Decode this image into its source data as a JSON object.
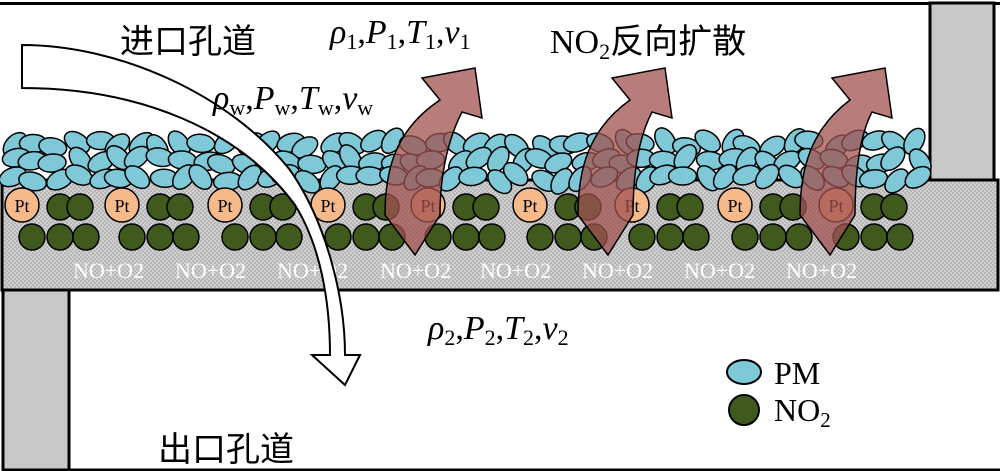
{
  "labels": {
    "inlet_channel": "进口孔道",
    "outlet_channel": "出口孔道",
    "no2_back_diffusion_prefix": "NO",
    "no2_back_diffusion_sub": "2",
    "no2_back_diffusion_suffix": "反向扩散"
  },
  "state_inlet": {
    "rho": "ρ",
    "rho_sub": "1",
    "p": "P",
    "p_sub": "1",
    "t": "T",
    "t_sub": "1",
    "v": "v",
    "v_sub": "1"
  },
  "state_wall": {
    "rho": "ρ",
    "rho_sub": "w",
    "p": "P",
    "p_sub": "w",
    "t": "T",
    "t_sub": "w",
    "v": "v",
    "v_sub": "w"
  },
  "state_outlet": {
    "rho": "ρ",
    "rho_sub": "2",
    "p": "P",
    "p_sub": "2",
    "t": "T",
    "t_sub": "2",
    "v": "v",
    "v_sub": "2"
  },
  "catalyst_label": "Pt",
  "reaction_label": "NO+O2",
  "legend": {
    "pm": "PM",
    "no2_main": "NO",
    "no2_sub": "2"
  },
  "colors": {
    "pm_fill": "#7ec8d8",
    "no2_fill": "#3f5a1c",
    "pt_fill": "#f5b98a",
    "arrow_fill": "#a0524f",
    "wall_fill": "#c8c8c8"
  }
}
